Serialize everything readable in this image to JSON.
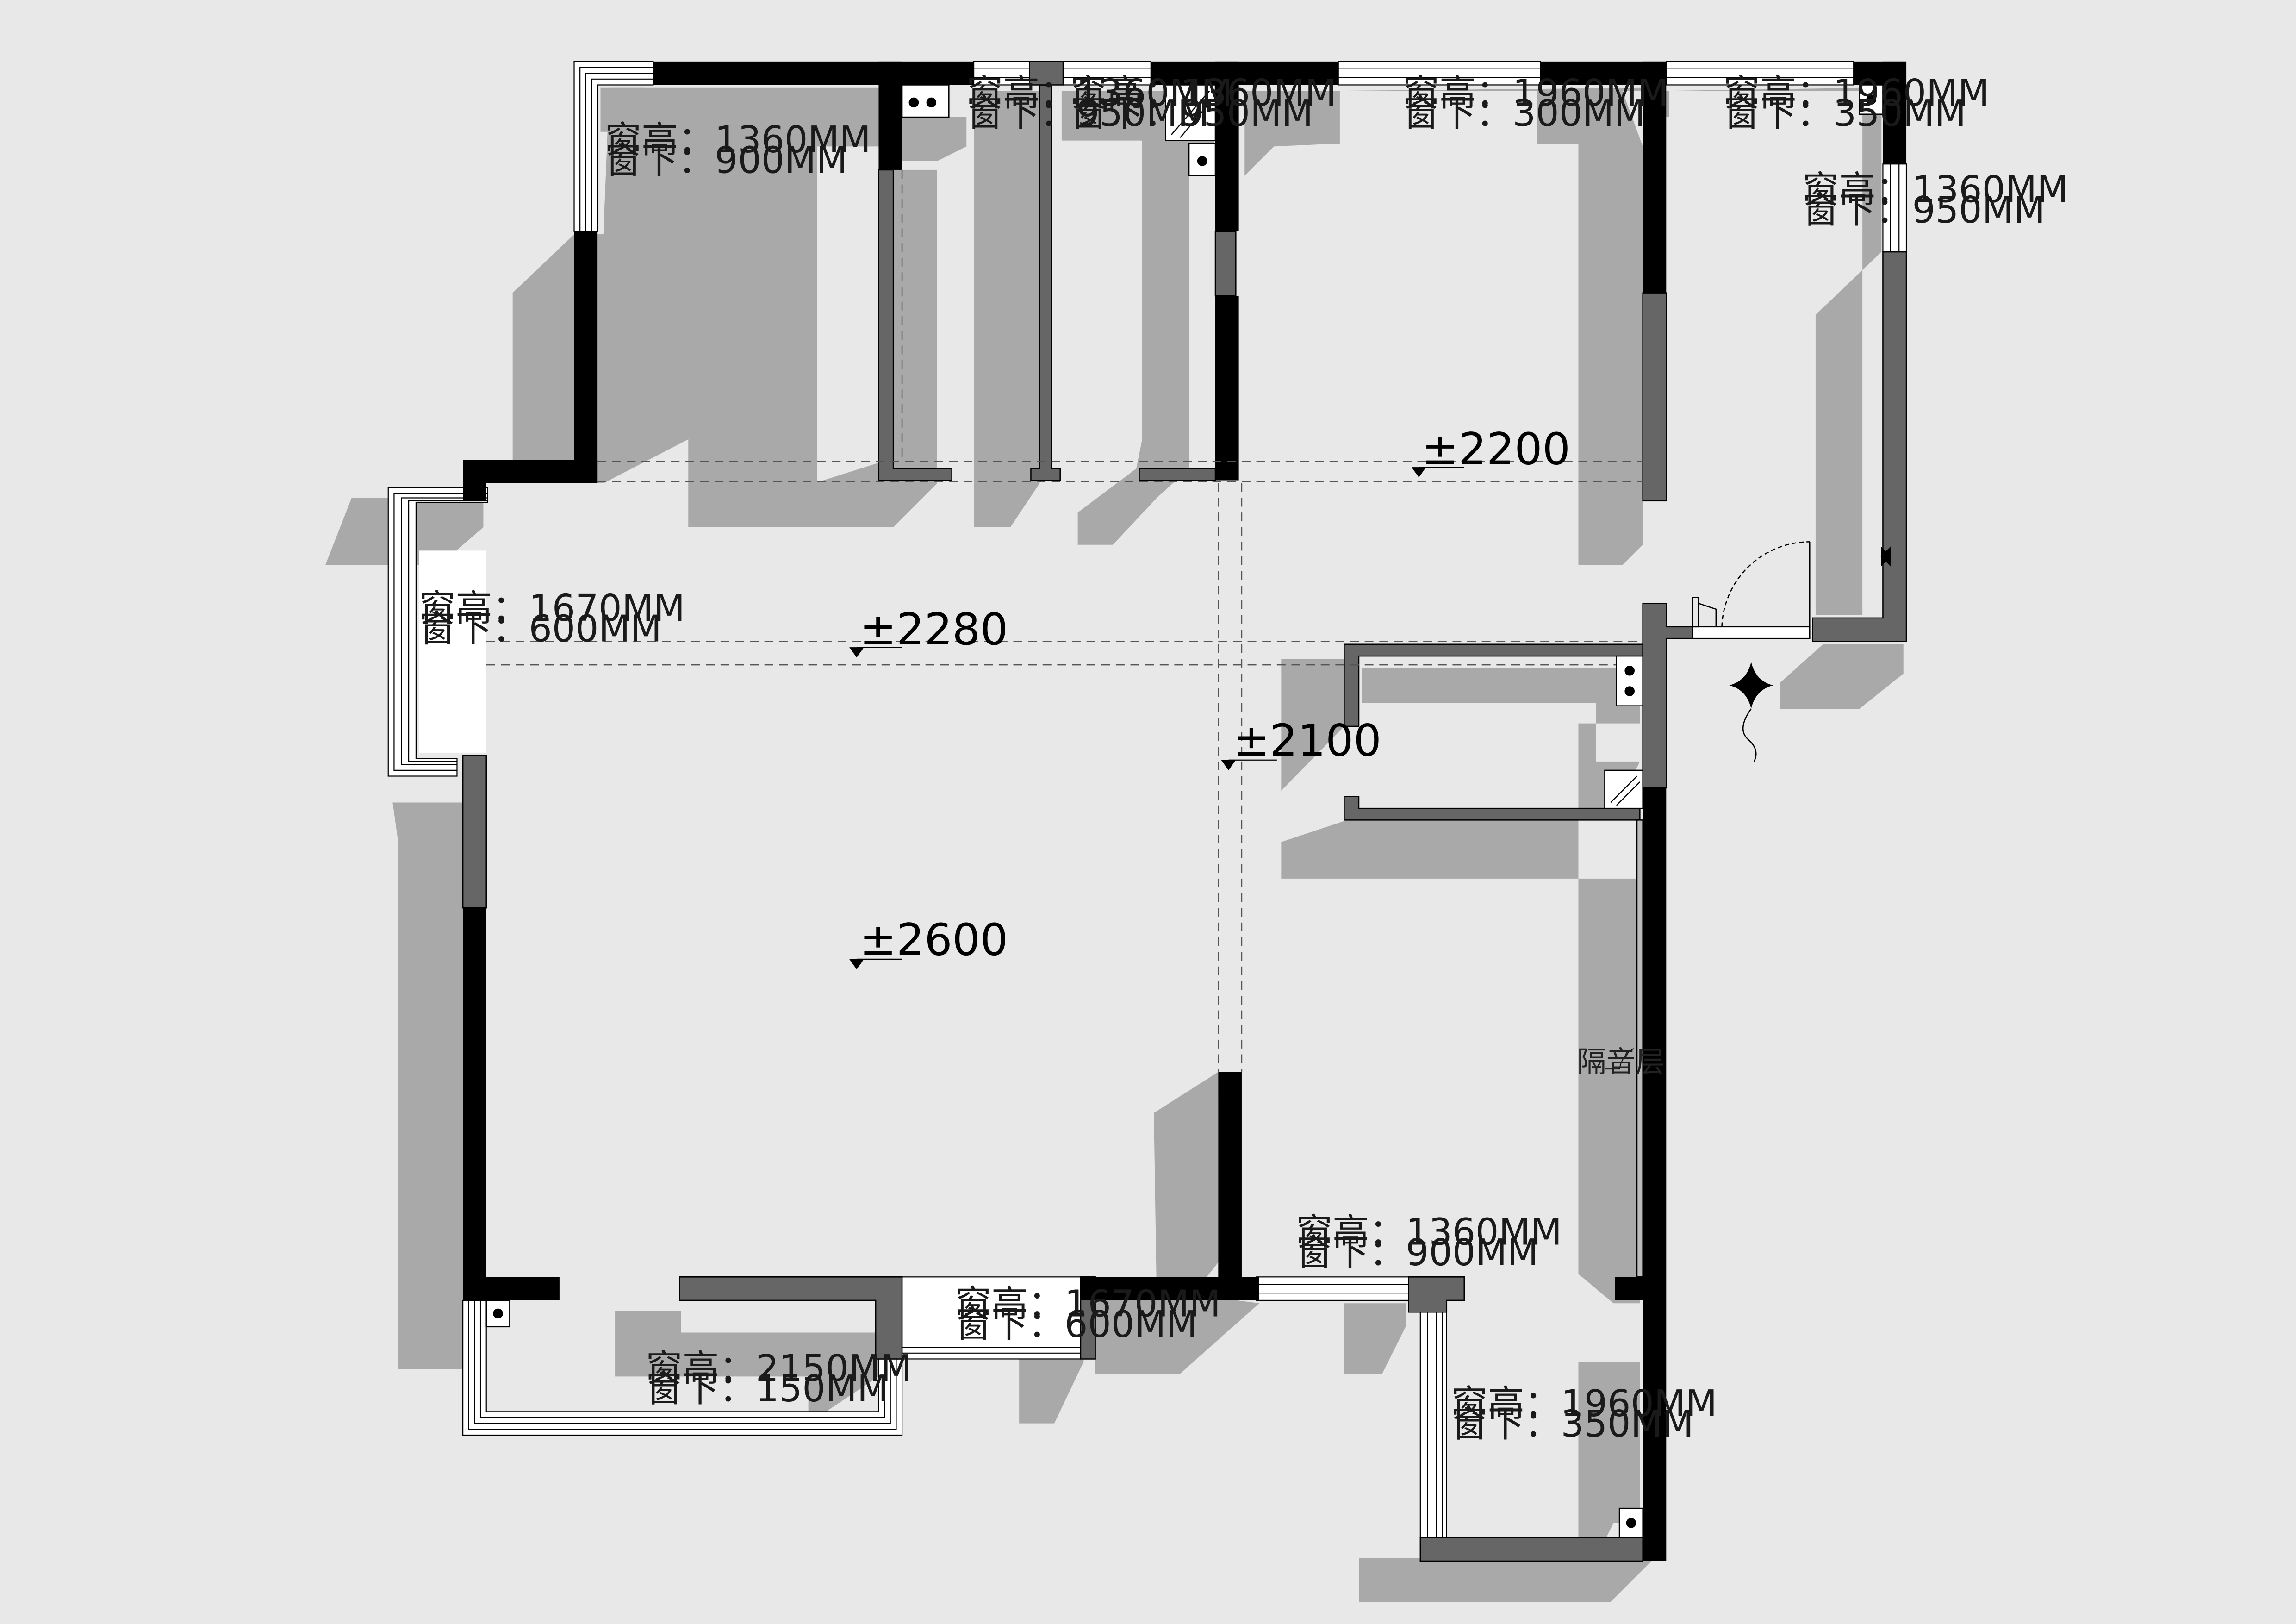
{
  "window_specs": [
    {
      "id": "w1",
      "line1": "窗高：1360MM",
      "line2": "窗下：900MM"
    },
    {
      "id": "w2",
      "line1": "窗高：1360MM",
      "line2": "窗下：950MM"
    },
    {
      "id": "w3",
      "line1": "窗高：1360MM",
      "line2": "窗下：950MM"
    },
    {
      "id": "w4",
      "line1": "窗高：1960MM",
      "line2": "窗下：300MM"
    },
    {
      "id": "w5",
      "line1": "窗高：1960MM",
      "line2": "窗下：350MM"
    },
    {
      "id": "w6",
      "line1": "窗高：1360MM",
      "line2": "窗下：950MM"
    },
    {
      "id": "w7",
      "line1": "窗高：1670MM",
      "line2": "窗下：600MM"
    },
    {
      "id": "w8",
      "line1": "窗高：1670MM",
      "line2": "窗下：600MM"
    },
    {
      "id": "w9",
      "line1": "窗高：2150MM",
      "line2": "窗下：150MM"
    },
    {
      "id": "w10",
      "line1": "窗高：1360MM",
      "line2": "窗下：900MM"
    },
    {
      "id": "w11",
      "line1": "窗高：1960MM",
      "line2": "窗下：350MM"
    }
  ],
  "levels": {
    "l1": "±2200",
    "l2": "±2280",
    "l3": "±2100",
    "l4": "±2600"
  },
  "notes": {
    "partition": "隔音层"
  },
  "colors": {
    "background": "#e8e8e8",
    "shadow": "#a9a9a9",
    "wall_bearing": "#000000",
    "wall_partition": "#666666"
  }
}
